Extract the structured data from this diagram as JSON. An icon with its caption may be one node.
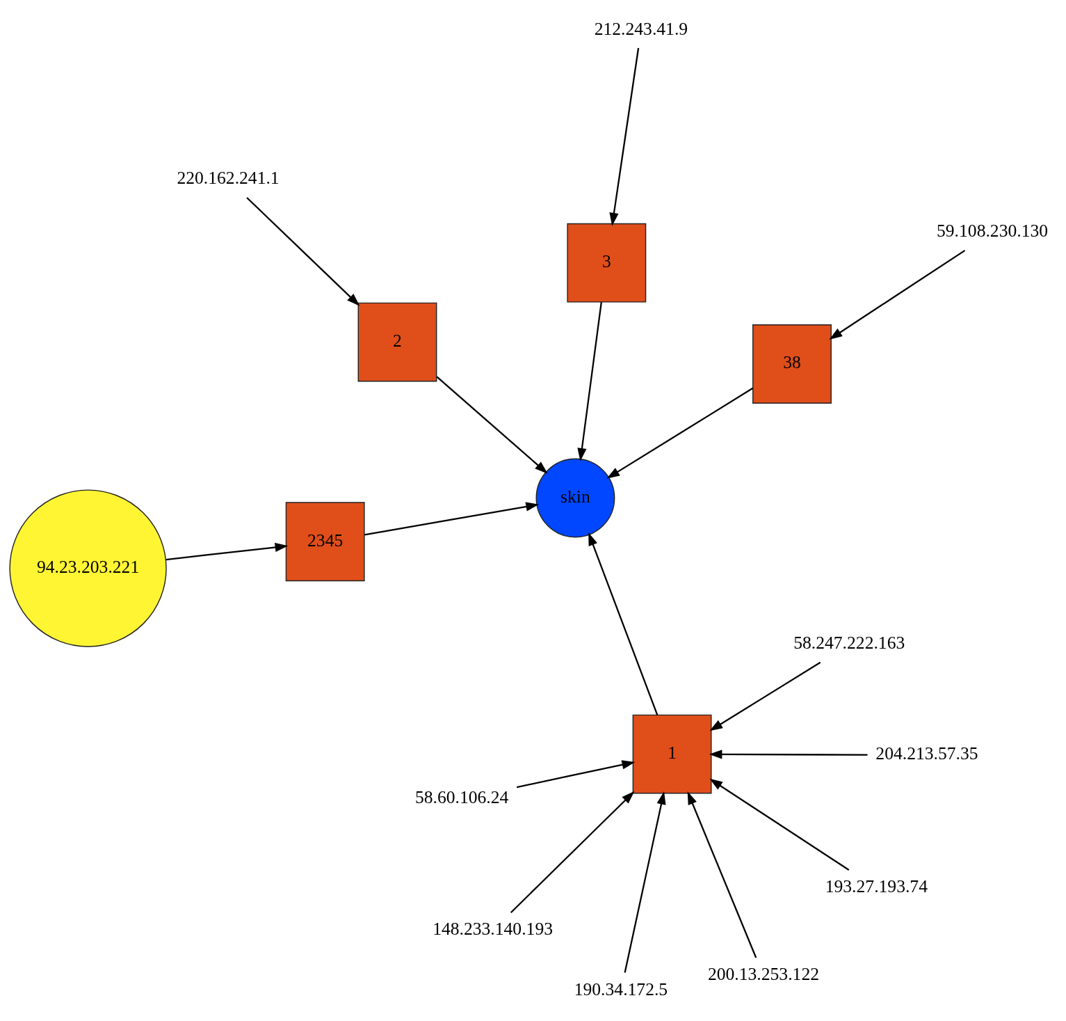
{
  "diagram": {
    "nodes": [
      {
        "text": [
          "1"
        ]
      },
      {
        "text": [
          "skin"
        ]
      },
      {
        "text": [
          "2"
        ]
      },
      {
        "text": [
          "3"
        ]
      },
      {
        "text": [
          "2345"
        ]
      },
      {
        "text": [
          "38"
        ]
      },
      {
        "text": [
          "94.23.203.221"
        ]
      },
      {
        "text": [
          "193.27.193.74"
        ]
      },
      {
        "text": [
          "148.233.140.193"
        ]
      },
      {
        "text": [
          "200.13.253.122"
        ]
      },
      {
        "text": [
          "190.34.172.5"
        ]
      },
      {
        "text": [
          "58.60.106.24"
        ]
      },
      {
        "text": [
          "204.213.57.35"
        ]
      },
      {
        "text": [
          "58.247.222.163"
        ]
      },
      {
        "text": [
          "220.162.241.1"
        ]
      },
      {
        "text": [
          "212.243.41.9"
        ]
      },
      {
        "text": [
          "59.108.230.130"
        ]
      }
    ],
    "edges": [
      {
        "from": 7,
        "to": 0,
        "arrow": "to"
      },
      {
        "from": 8,
        "to": 0,
        "arrow": "to"
      },
      {
        "from": 9,
        "to": 0,
        "arrow": "to"
      },
      {
        "from": 10,
        "to": 0,
        "arrow": "to"
      },
      {
        "from": 11,
        "to": 0,
        "arrow": "to"
      },
      {
        "from": 12,
        "to": 0,
        "arrow": "to"
      },
      {
        "from": 13,
        "to": 0,
        "arrow": "to"
      },
      {
        "from": 0,
        "to": 1,
        "arrow": "to"
      },
      {
        "from": 2,
        "to": 1,
        "arrow": "to"
      },
      {
        "from": 3,
        "to": 1,
        "arrow": "to"
      },
      {
        "from": 5,
        "to": 1,
        "arrow": "to"
      },
      {
        "from": 4,
        "to": 1,
        "arrow": "to"
      },
      {
        "from": 6,
        "to": 4,
        "arrow": "to"
      },
      {
        "from": 14,
        "to": 2,
        "arrow": "to"
      },
      {
        "from": 15,
        "to": 3,
        "arrow": "to"
      },
      {
        "from": 16,
        "to": 5,
        "arrow": "to"
      }
    ]
  }
}
